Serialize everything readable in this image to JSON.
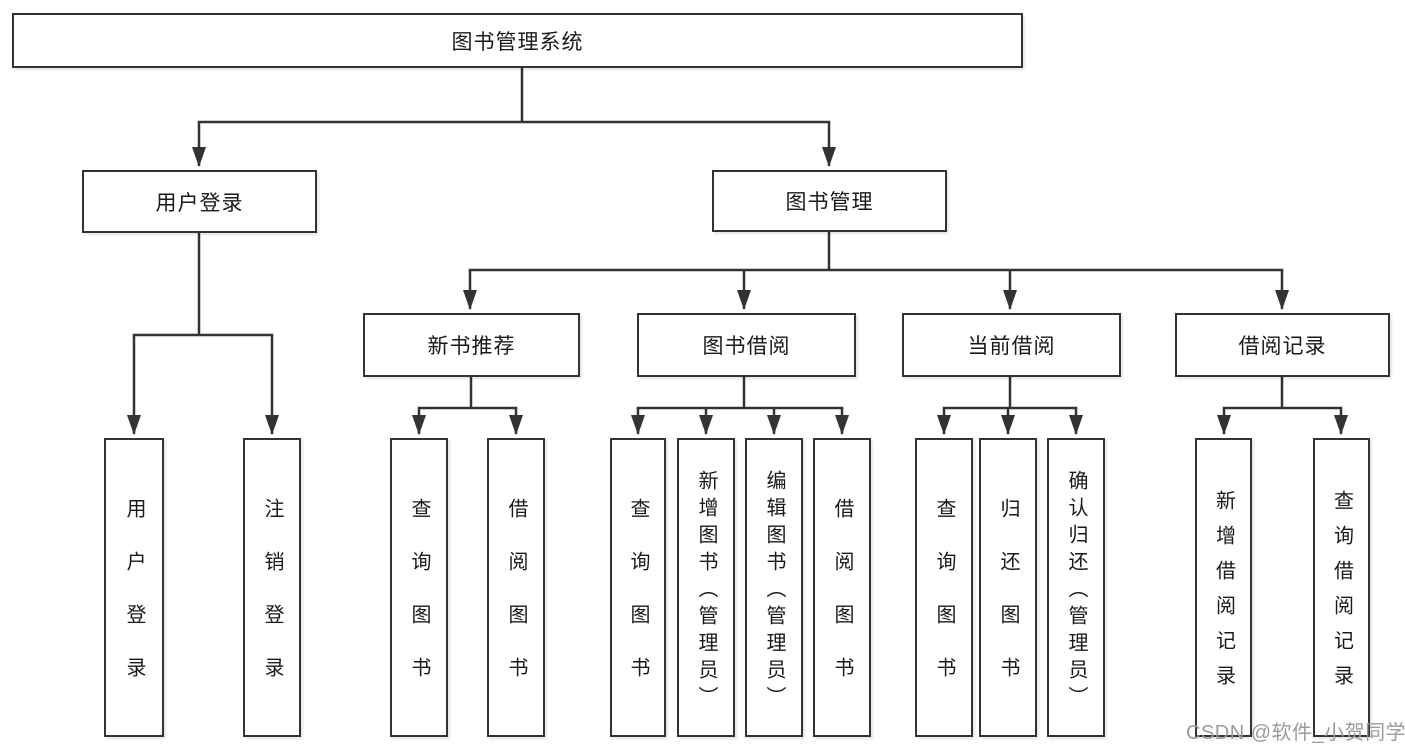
{
  "diagram": {
    "root": {
      "label": "图书管理系统"
    },
    "level2": [
      {
        "label": "用户登录"
      },
      {
        "label": "图书管理"
      }
    ],
    "level3": [
      {
        "label": "新书推荐"
      },
      {
        "label": "图书借阅"
      },
      {
        "label": "当前借阅"
      },
      {
        "label": "借阅记录"
      }
    ],
    "leaves": {
      "user_login": [
        "用户登录",
        "注销登录"
      ],
      "new_book_recommend": [
        "查询图书",
        "借阅图书"
      ],
      "book_borrow": [
        "查询图书",
        "新增图书（管理员）",
        "编辑图书（管理员）",
        "借阅图书"
      ],
      "current_borrow": [
        "查询图书",
        "归还图书",
        "确认归还（管理员）"
      ],
      "borrow_records": [
        "新增借阅记录",
        "查询借阅记录"
      ]
    },
    "watermark": "CSDN @软件_小贺同学",
    "colors": {
      "line": "#333333",
      "box_border": "#333333",
      "text": "#1a1a1a",
      "watermark": "#9b9b9b",
      "background": "#ffffff"
    }
  }
}
